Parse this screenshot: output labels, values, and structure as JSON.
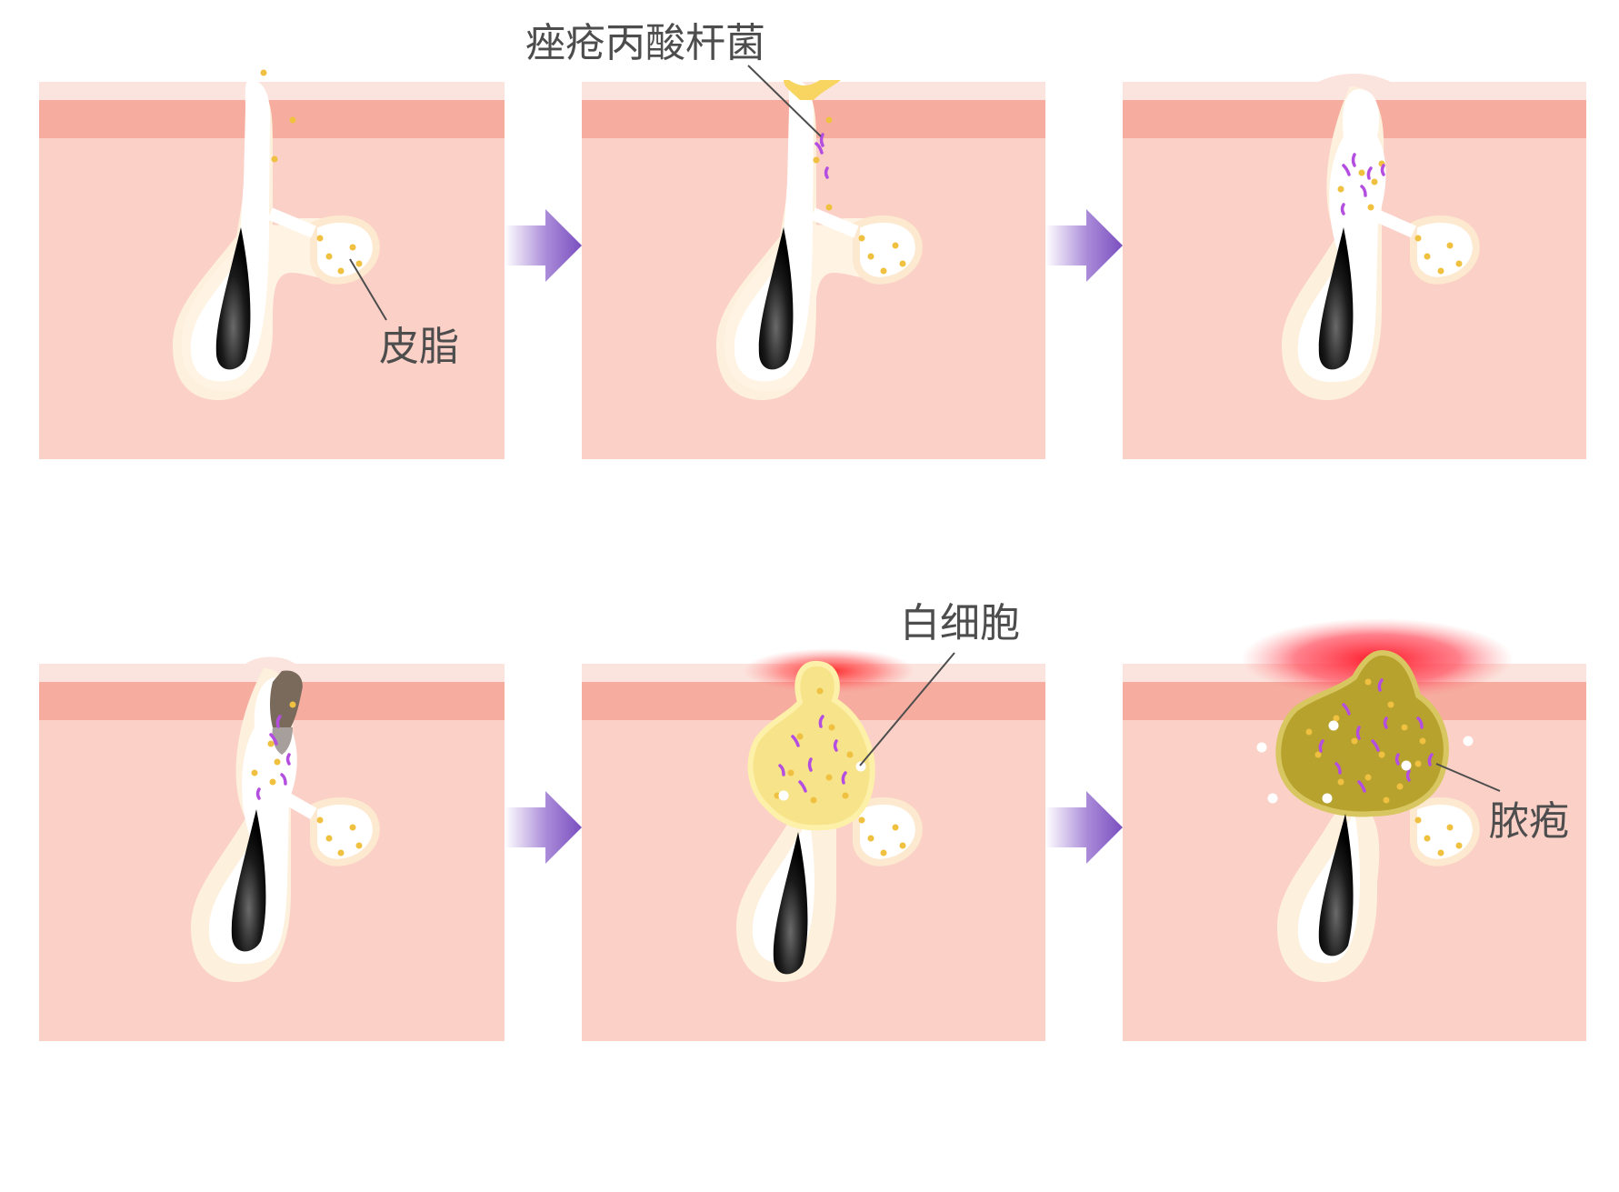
{
  "labels": {
    "sebum": "皮脂",
    "bacteria": "痤疮丙酸杆菌",
    "white_blood_cell": "白细胞",
    "pus": "脓疱"
  },
  "stages": [
    {
      "id": "stage-1-normal-pore"
    },
    {
      "id": "stage-2-bacteria-at-pore"
    },
    {
      "id": "stage-3-clogged-pore"
    },
    {
      "id": "stage-4-blackhead"
    },
    {
      "id": "stage-5-inflamed-pore"
    },
    {
      "id": "stage-6-pustule"
    }
  ],
  "colors": {
    "skin_surface": "#fce4de",
    "epidermis": "#f6ada0",
    "dermis": "#fbd0c7",
    "follicle": "#ffffff",
    "follicle_halo": "#fdf0dc",
    "hair": "#111111",
    "sebum_dot": "#f0c040",
    "bacteria": "#b44ee0",
    "inflammation": "#ff2a2a",
    "pus": "#b8a22e",
    "arrow": "#7a4fc0",
    "label_text": "#4d4d4d"
  }
}
